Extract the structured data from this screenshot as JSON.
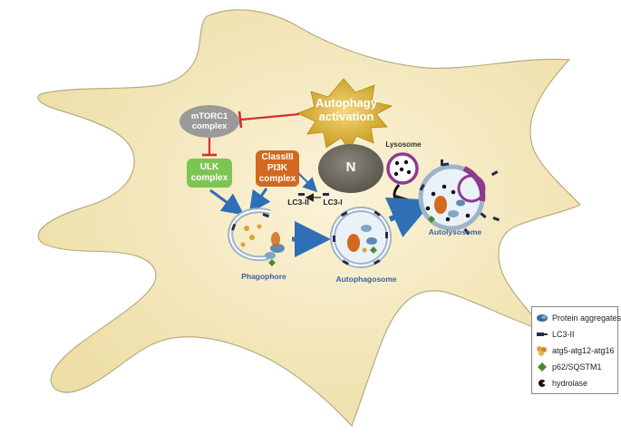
{
  "title": "Autophagy activation",
  "title_line1": "Autophagy",
  "title_line2": "activation",
  "mtorc1": {
    "line1": "mTORC1",
    "line2": "complex"
  },
  "ulk": {
    "line1": "ULK",
    "line2": "complex"
  },
  "pi3k": {
    "line1": "ClassIII",
    "line2": "PI3K",
    "line3": "complex"
  },
  "nucleus": "N",
  "lysosome": "Lysosome",
  "lc3_ii": "LC3-II",
  "lc3_i": "LC3-I",
  "phagophore": "Phagophore",
  "autophagosome": "Autophagosome",
  "autolysosome": "Autolysosome",
  "legend": [
    {
      "icon": "protein-aggregate-icon",
      "label": "Protein aggregates"
    },
    {
      "icon": "lc3-ii-icon",
      "label": "LC3-II"
    },
    {
      "icon": "atg5-atg12-atg16-icon",
      "label": "atg5-atg12-atg16"
    },
    {
      "icon": "p62-icon",
      "label": "p62/SQSTM1"
    },
    {
      "icon": "hydrolase-icon",
      "label": "hydrolase"
    }
  ],
  "colors": {
    "cell_fill": "#f3e7bd",
    "cell_stroke": "#b9ab80",
    "star": "#c9a227",
    "mtorc1": "#9a9a9a",
    "ulk": "#7dc552",
    "pi3k": "#d2691e",
    "nucleus": "#6d6a60",
    "arrow": "#2f6fb6",
    "inhibit": "#d03030",
    "lysosome": "#8e3a8e",
    "label_blue": "#3b5fa8"
  }
}
